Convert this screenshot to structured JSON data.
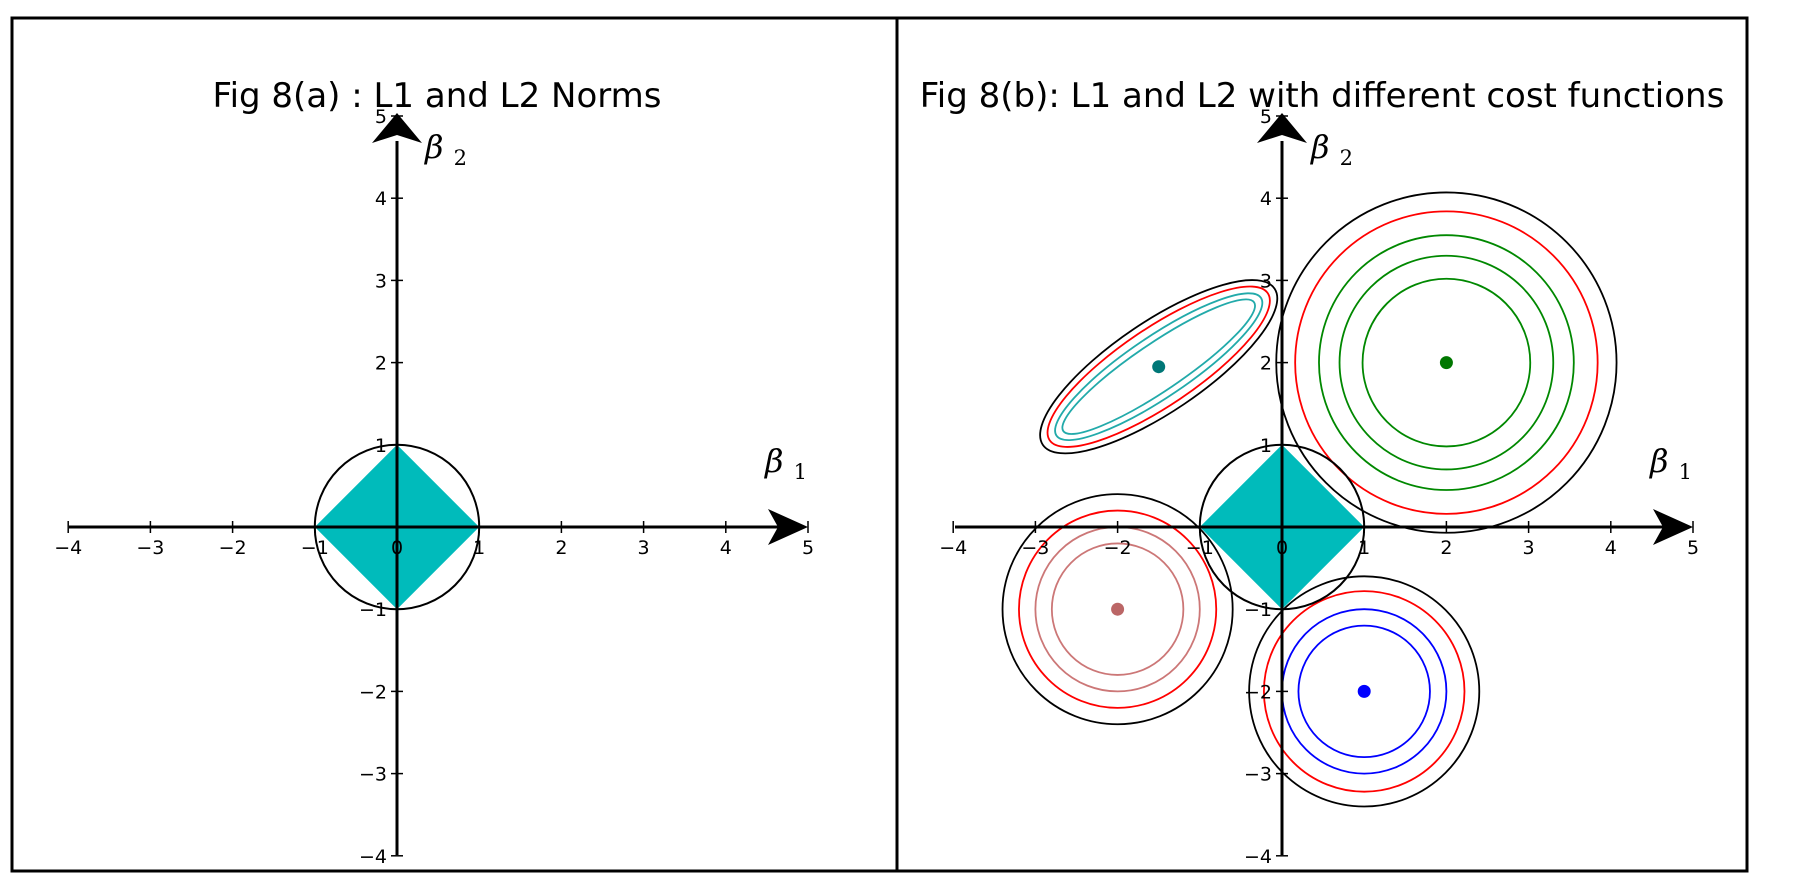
{
  "chart_data": [
    {
      "type": "contour",
      "title": "Fig 8(a) : L1 and L2 Norms",
      "xlabel": "β1",
      "ylabel": "β2",
      "xlim": [
        -4,
        5
      ],
      "ylim": [
        -4,
        5
      ],
      "xticks": [
        -4,
        -3,
        -2,
        -1,
        0,
        1,
        2,
        3,
        4,
        5
      ],
      "yticks": [
        -4,
        -3,
        -2,
        -1,
        0,
        1,
        2,
        3,
        4,
        5
      ],
      "constraint_regions": {
        "l1": {
          "radius": 1,
          "fill": "#00bbbb"
        },
        "l2": {
          "radius": 1,
          "stroke": "#000000"
        }
      },
      "cost_centers": []
    },
    {
      "type": "contour",
      "title": "Fig 8(b): L1 and L2 with different cost functions",
      "xlabel": "β1",
      "ylabel": "β2",
      "xlim": [
        -4,
        5
      ],
      "ylim": [
        -4,
        5
      ],
      "xticks": [
        -4,
        -3,
        -2,
        -1,
        0,
        1,
        2,
        3,
        4,
        5
      ],
      "yticks": [
        -4,
        -3,
        -2,
        -1,
        0,
        1,
        2,
        3,
        4,
        5
      ],
      "constraint_regions": {
        "l1": {
          "radius": 1,
          "fill": "#00bbbb"
        },
        "l2": {
          "radius": 1,
          "stroke": "#000000"
        }
      },
      "cost_centers": [
        {
          "center": [
            -1.5,
            1.95
          ],
          "color": "#007777",
          "shape": "ellipse",
          "angle": -34,
          "contours": [
            [
              1.7,
              0.55,
              "#000000"
            ],
            [
              1.6,
              0.47,
              "#ff0000"
            ],
            [
              1.5,
              0.37,
              "#22aaaa"
            ],
            [
              1.4,
              0.29,
              "#22aaaa"
            ]
          ]
        },
        {
          "center": [
            2,
            2
          ],
          "color": "#007700",
          "shape": "circle",
          "contours": [
            [
              2.07,
              "#000000"
            ],
            [
              1.84,
              "#ff0000"
            ],
            [
              1.55,
              "#008800"
            ],
            [
              1.3,
              "#008800"
            ],
            [
              1.02,
              "#008800"
            ]
          ]
        },
        {
          "center": [
            -2,
            -1
          ],
          "color": "#bb6666",
          "shape": "circle",
          "contours": [
            [
              1.4,
              "#000000"
            ],
            [
              1.2,
              "#ff0000"
            ],
            [
              1.0,
              "#cc7777"
            ],
            [
              0.8,
              "#cc7777"
            ]
          ]
        },
        {
          "center": [
            1,
            -2
          ],
          "color": "#0000ff",
          "shape": "circle",
          "contours": [
            [
              1.4,
              "#000000"
            ],
            [
              1.22,
              "#ff0000"
            ],
            [
              1.0,
              "#0000ff"
            ],
            [
              0.8,
              "#0000ff"
            ]
          ]
        }
      ]
    }
  ]
}
